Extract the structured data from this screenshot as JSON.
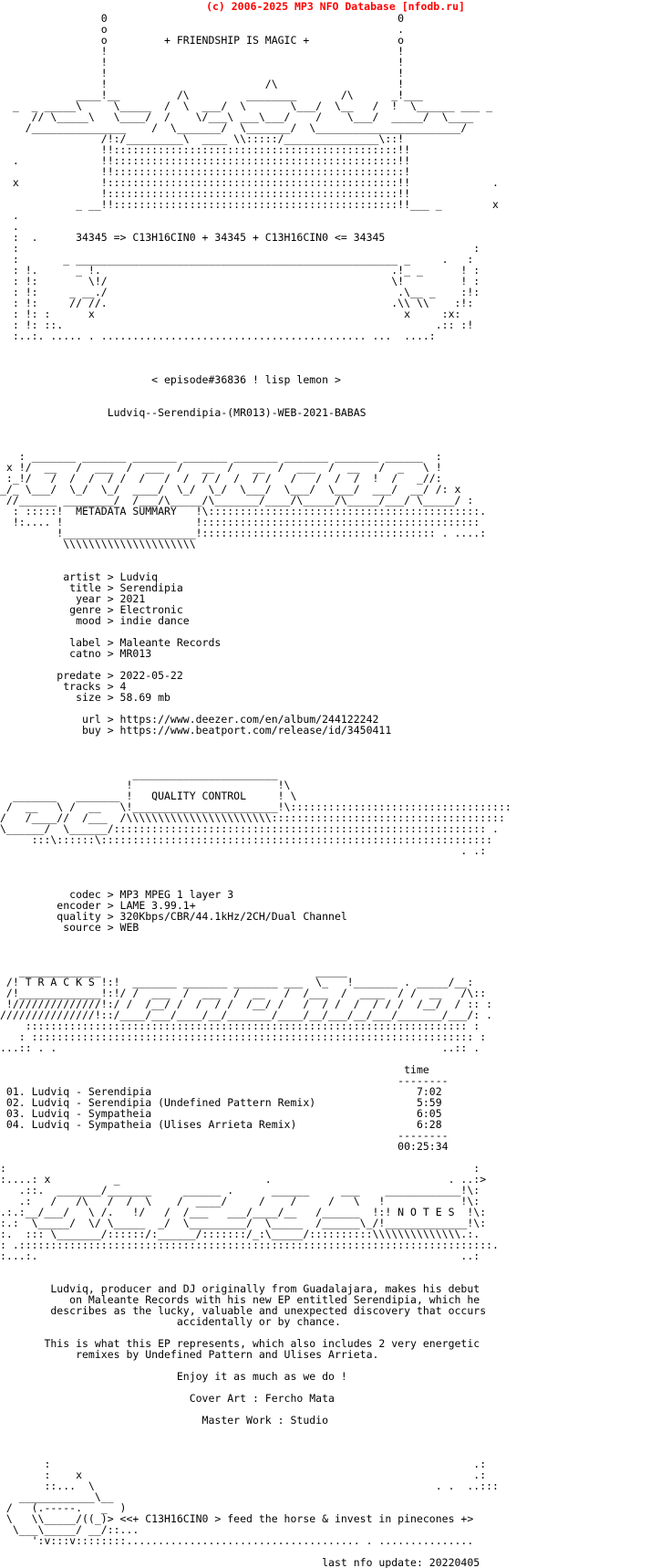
{
  "header": "(c) 2006-2025 MP3 NFO Database [nfodb.ru]",
  "nfo_lines": [
    "                0                                              0",
    "                o                                              .",
    "                o         + FRIENDSHIP IS MAGIC +              o",
    "                !                                              !",
    "                !                                              !",
    "                !                                              !",
    "                !                         /\\                   !",
    "            ____!__         /\\         ________       /\\      _!___",
    "  _  _ _____\\     \\_____  /  \\  ___/  \\       \\___/  \\__   /  !  \\______ ___ _",
    "     // \\_____\\   \\____/  /    \\/___\\ ___\\___/    /    \\___/  _____/  \\____",
    "    /_______________    /  \\_______/  \\_______/  \\_______________________/",
    "                /!:/_________\\  ____ \\\\:::::/_______________\\::!",
    "                !!:::::::::::::::::::::::::::::::::::::::::::::!!",
    "  .             !!:::::::::::::::::::::::::::::::::::::::::::::!!",
    "                !!::::::::::::::::::::::::::::::::::::::::::::::!",
    "  x             !::::::::::::::::::::::::::::::::::::::::::::::!!             .",
    "                !::::::::::::::::::::::::::::::::::::::::::::::!!",
    "            _ __!!:::::::::::::::::::::::::::::::::::::::::::::!!___ _        x",
    "  .",
    "  .",
    "  :  .      34345 => C13H16CIN0 + 34345 + C13H16CIN0 <= 34345",
    "  :                                                                        :",
    "  :       _ ___________________________________________________ _     .   :",
    "  : !.      _ !.                                              .!_ _      ! :",
    "  : !:        \\!/                                             \\!         ! :",
    "  : !:     _ __./                                              .\\__ _    :!:",
    "  : !:     // //.                                             .\\\\ \\\\    :!:",
    "  : !: :      x                                                 x     :x: ",
    "  : !: ::.                                                           .:: :!",
    "  :..:. ..... . .......................................... ...  ....:",
    "",
    "",
    "",
    "                        < episode#36836 ! lisp lemon >",
    "",
    "",
    "                 Ludviq--Serendipia-(MR013)-WEB-2021-BABAS",
    "",
    "",
    "",
    "   : _______ _______ _______ _______ _______ _______ _______ ______  :",
    " x !/  __   /  ___  /  ___  /   __  /   __  /  ___  /  __   /  _   \\ !",
    " :_!/   /  /  /  / /  /   /  /  / /  /  / /   /   /  /  /  !  /   _//:",
    "_/_ \\___/  \\_/  \\_/  ____/  \\_/  \\_/  \\___/  \\___/  \\___/  ___/  __/ /: x",
    " //______ ________/  /___/\\_____/\\_______/____/\\_____/\\_____/___/ \\_____/ :",
    "  : :::::!  METADATA SUMMARY   !\\:::::::::::::::::::::::::::::::::::::::::::.",
    "  !:.... !                     !::::::::::::::::::::::::::::::::::::::::::::",
    "         !_____________________!::::::::::::::::::::::::::::::::::::: . ....:",
    "          \\\\\\\\\\\\\\\\\\\\\\\\\\\\\\\\\\\\\\\\\\",
    "",
    "",
    "          artist > Ludviq",
    "           title > Serendipia",
    "            year > 2021",
    "           genre > Electronic",
    "            mood > indie dance",
    "",
    "           label > Maleante Records",
    "           catno > MR013",
    "",
    "         predate > 2022-05-22",
    "          tracks > 4",
    "            size > 58.69 mb",
    "",
    "             url > https://www.deezer.com/en/album/244122242",
    "             buy > https://www.beatport.com/release/id/3450411",
    "",
    "",
    "",
    "                     _______________________",
    "                    !                       !\\",
    "  _______   _______ !   QUALITY CONTROL     ! \\",
    " /  __   \\ /  __   \\!_______________________!\\:::::::::::::::::::::::::::::::::::",
    "/   /____//  /___  /\\\\\\\\\\\\\\\\\\\\\\\\\\\\\\\\\\\\\\\\\\\\\\:::::::::::::::::::::::::::::::::::::",
    "\\______/  \\______/::::::::::::::::::::::::::::::::::::::::::::::::::::::::::: .",
    "     :::\\::::::\\::::::::::::::::::::::::::::::::::::::::::::::::::::::::::::::",
    "                                                                         . .:",
    "",
    "",
    "",
    "           codec > MP3 MPEG 1 layer 3",
    "         encoder > LAME 3.99.1+",
    "         quality > 320Kbps/CBR/44.1kHz/2CH/Dual Channel",
    "          source > WEB",
    "",
    "",
    "",
    "   _____________                                  _____",
    " /! T R A C K S !:!  _______ _______ _______ ___  \\_   !_______ . _____/__:",
    " /!_____________!:!/ /  ___  /  ___  /  __   /  /___  /  ____  / /  __   /\\::",
    " !//////////////!:/ /  /__/ /  /  / /  /__/ /   /  / /  /  / / /  /__/  / :: :",
    "///////////////!::/____/___/____/__/_______/____/__/___/__/___/_______/___/: .",
    "    :::::::::::::::::::::::::::::::::::::::::::::::::::::::::::::::::::::: :",
    "   : :::::::::::::::::::::::::::::::::::::::::::::::::::::::::::::::::::::: :",
    "...:: . .                                                             ..:: .",
    "",
    "                                                                time",
    "                                                               --------",
    " 01. Ludviq - Serendipia                                          7:02",
    " 02. Ludviq - Serendipia (Undefined Pattern Remix)                5:59",
    " 03. Ludviq - Sympatheia                                          6:05",
    " 04. Ludviq - Sympatheia (Ulises Arrieta Remix)                   6:28",
    "                                                               --------",
    "                                                               00:25:34",
    "",
    ":                                                                          :",
    ":....: x          _                       .                            . ..:>",
    "   .::.  _______/_______     ______ .      ______     ___    ____________!\\:",
    "   .:   /   /\\   /  /  \\    /  ____/     /    /     /   \\   !            !\\:",
    ".:.:__/___/   \\ /.   !/   /  /___   ___/____/__   /______  !:! N O T E S  !\\:",
    ":.:  \\_____/  \\/ \\_____  _/  \\_________/  \\_____  /______\\_/!_____________!\\:",
    ":.  ::: \\_______/::::::/:______/:::::::/_:\\_____/::::::::::\\\\\\\\\\\\\\\\\\\\\\\\\\\\.:.",
    ": .:::::::::::::::::::::::::::::::::::::::::::::::::::::::::::::::::::::::::::.",
    ":...:.                                                                   ..:",
    "",
    "",
    "        Ludviq, producer and DJ originally from Guadalajara, makes his debut",
    "           on Maleante Records with his new EP entitled Serendipia, which he",
    "        describes as the lucky, valuable and unexpected discovery that occurs",
    "                            accidentally or by chance.",
    "",
    "       This is what this EP represents, which also includes 2 very energetic",
    "            remixes by Undefined Pattern and Ulises Arrieta.",
    "",
    "                            Enjoy it as much as we do !",
    "",
    "                              Cover Art : Fercho Mata",
    "",
    "                                Master Work : Studio",
    "",
    "",
    "",
    "       :                                                                   .:",
    "       :    x                                                              .:",
    "       ::...  \\                                                      . .  ..:::",
    "   ____________\\__",
    " /   (.-----.   _  )",
    " \\   \\\\_____/((_)> <<+ C13H16CIN0 > feed the horse & invest in pinecones +>",
    "  \\___\\_____/ __/::...",
    "     ':v:::v::::::::..................................... . ...............",
    "",
    "                                                   last nfo update: 20220405"
  ]
}
